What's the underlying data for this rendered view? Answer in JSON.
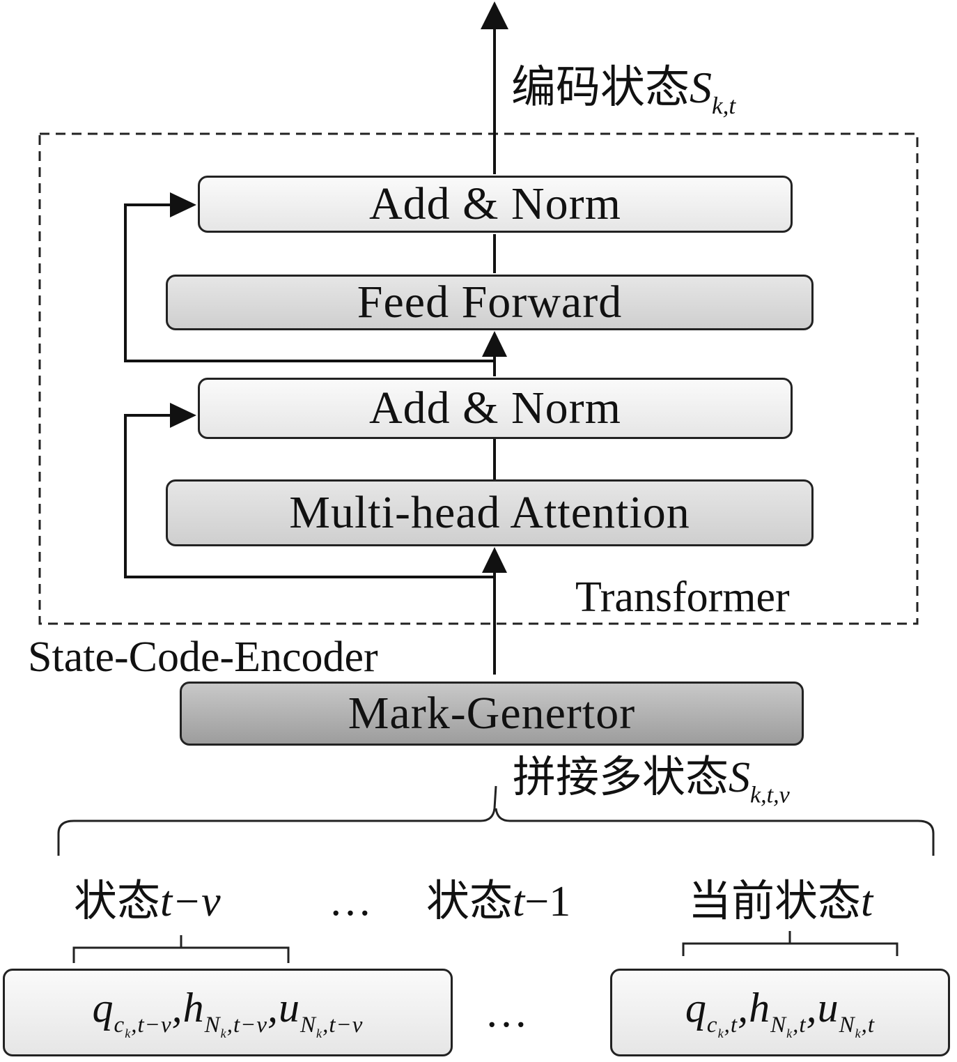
{
  "output_label": {
    "text": "编码状态",
    "var": "S",
    "sub": "k,t"
  },
  "transformer": {
    "label": "Transformer",
    "add_norm_top": "Add & Norm",
    "feed_forward": "Feed Forward",
    "add_norm_bottom": "Add & Norm",
    "multi_head": "Multi-head Attention"
  },
  "encoder_label": "State-Code-Encoder",
  "mark_generator": "Mark-Genertor",
  "concat_label": {
    "text": "拼接多状态",
    "var": "S",
    "sub": "k,t,v"
  },
  "states": {
    "left": {
      "text": "状态",
      "var": "t−v"
    },
    "ellipsis": "…",
    "middle": {
      "text": "状态",
      "var": "t",
      "suffix": "−1"
    },
    "right": {
      "text": "当前状态",
      "var": "t"
    }
  },
  "inputs": {
    "left": {
      "q": "q",
      "q_sub": "c",
      "q_subsub": "k",
      "q_sub2": ",t−v",
      "h": "h",
      "h_sub": "N",
      "h_subsub": "k",
      "h_sub2": ",t−v",
      "u": "u",
      "u_sub": "N",
      "u_subsub": "k",
      "u_sub2": ",t−v"
    },
    "ellipsis": "…",
    "right": {
      "q": "q",
      "q_sub": "c",
      "q_subsub": "k",
      "q_sub2": ",t",
      "h": "h",
      "h_sub": "N",
      "h_subsub": "k",
      "h_sub2": ",t",
      "u": "u",
      "u_sub": "N",
      "u_subsub": "k",
      "u_sub2": ",t"
    }
  }
}
